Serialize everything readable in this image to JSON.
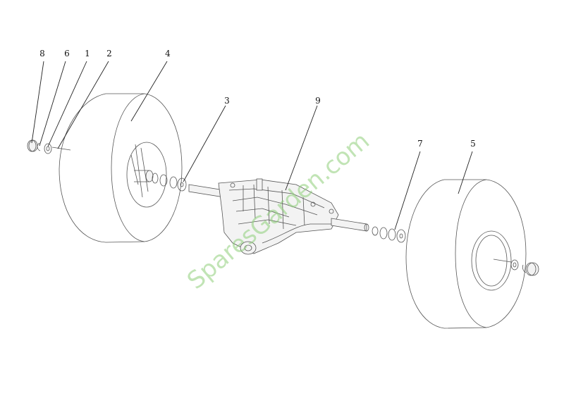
{
  "diagram": {
    "callouts": [
      {
        "id": "8",
        "label": "8"
      },
      {
        "id": "6",
        "label": "6"
      },
      {
        "id": "1",
        "label": "1"
      },
      {
        "id": "2",
        "label": "2"
      },
      {
        "id": "4",
        "label": "4"
      },
      {
        "id": "3",
        "label": "3"
      },
      {
        "id": "9",
        "label": "9"
      },
      {
        "id": "7",
        "label": "7"
      },
      {
        "id": "5",
        "label": "5"
      }
    ]
  },
  "watermark": {
    "text": "SparesGarden.com",
    "color": "#8fcf7a"
  }
}
